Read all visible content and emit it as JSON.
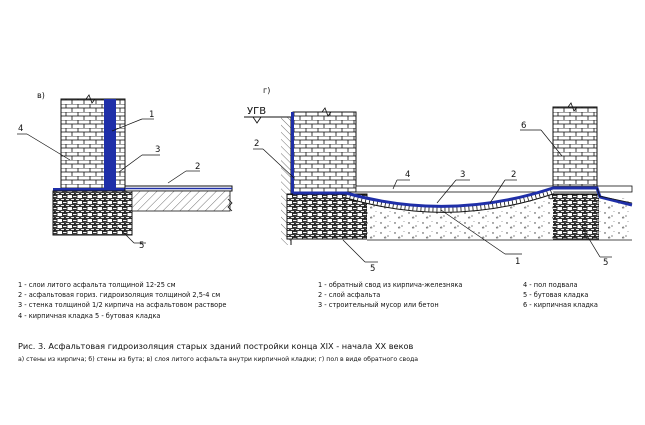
{
  "panels": {
    "left": {
      "letter": "в)"
    },
    "right": {
      "letter": "г)",
      "groundwater_label": "УГВ"
    }
  },
  "callouts": {
    "left": [
      "1",
      "2",
      "3",
      "4",
      "5"
    ],
    "right": [
      "1",
      "2",
      "3",
      "4",
      "5",
      "6"
    ]
  },
  "legend_left": [
    "1 - слои литого асфальта толщиной 12-25 см",
    "2 - асфальтовая гориз. гидроизоляция толщиной 2,5-4 см",
    "3 - стенка толщиной 1/2 кирпича на асфальтовом растворе",
    "4 - кирпичная кладка   5 - бутовая кладка"
  ],
  "legend_right_a": [
    "1 - обратный свод из кирпича-железняка",
    "2 - слой асфальта",
    "3 - строительный мусор или бетон"
  ],
  "legend_right_b": [
    "4 - пол подвала",
    "5 - бутовая кладка",
    "6 - кирпичная кладка"
  ],
  "caption": "Рис. 3. Асфальтовая гидроизоляция старых зданий постройки конца XIX - начала XX веков",
  "subcaption": "а) стены из кирпича; б) стены из бута; в) слоя литого асфальта внутри кирпичной кладки; г) пол в виде обратного свода",
  "colors": {
    "asphalt": "#1f2fa8",
    "line": "#111111"
  }
}
